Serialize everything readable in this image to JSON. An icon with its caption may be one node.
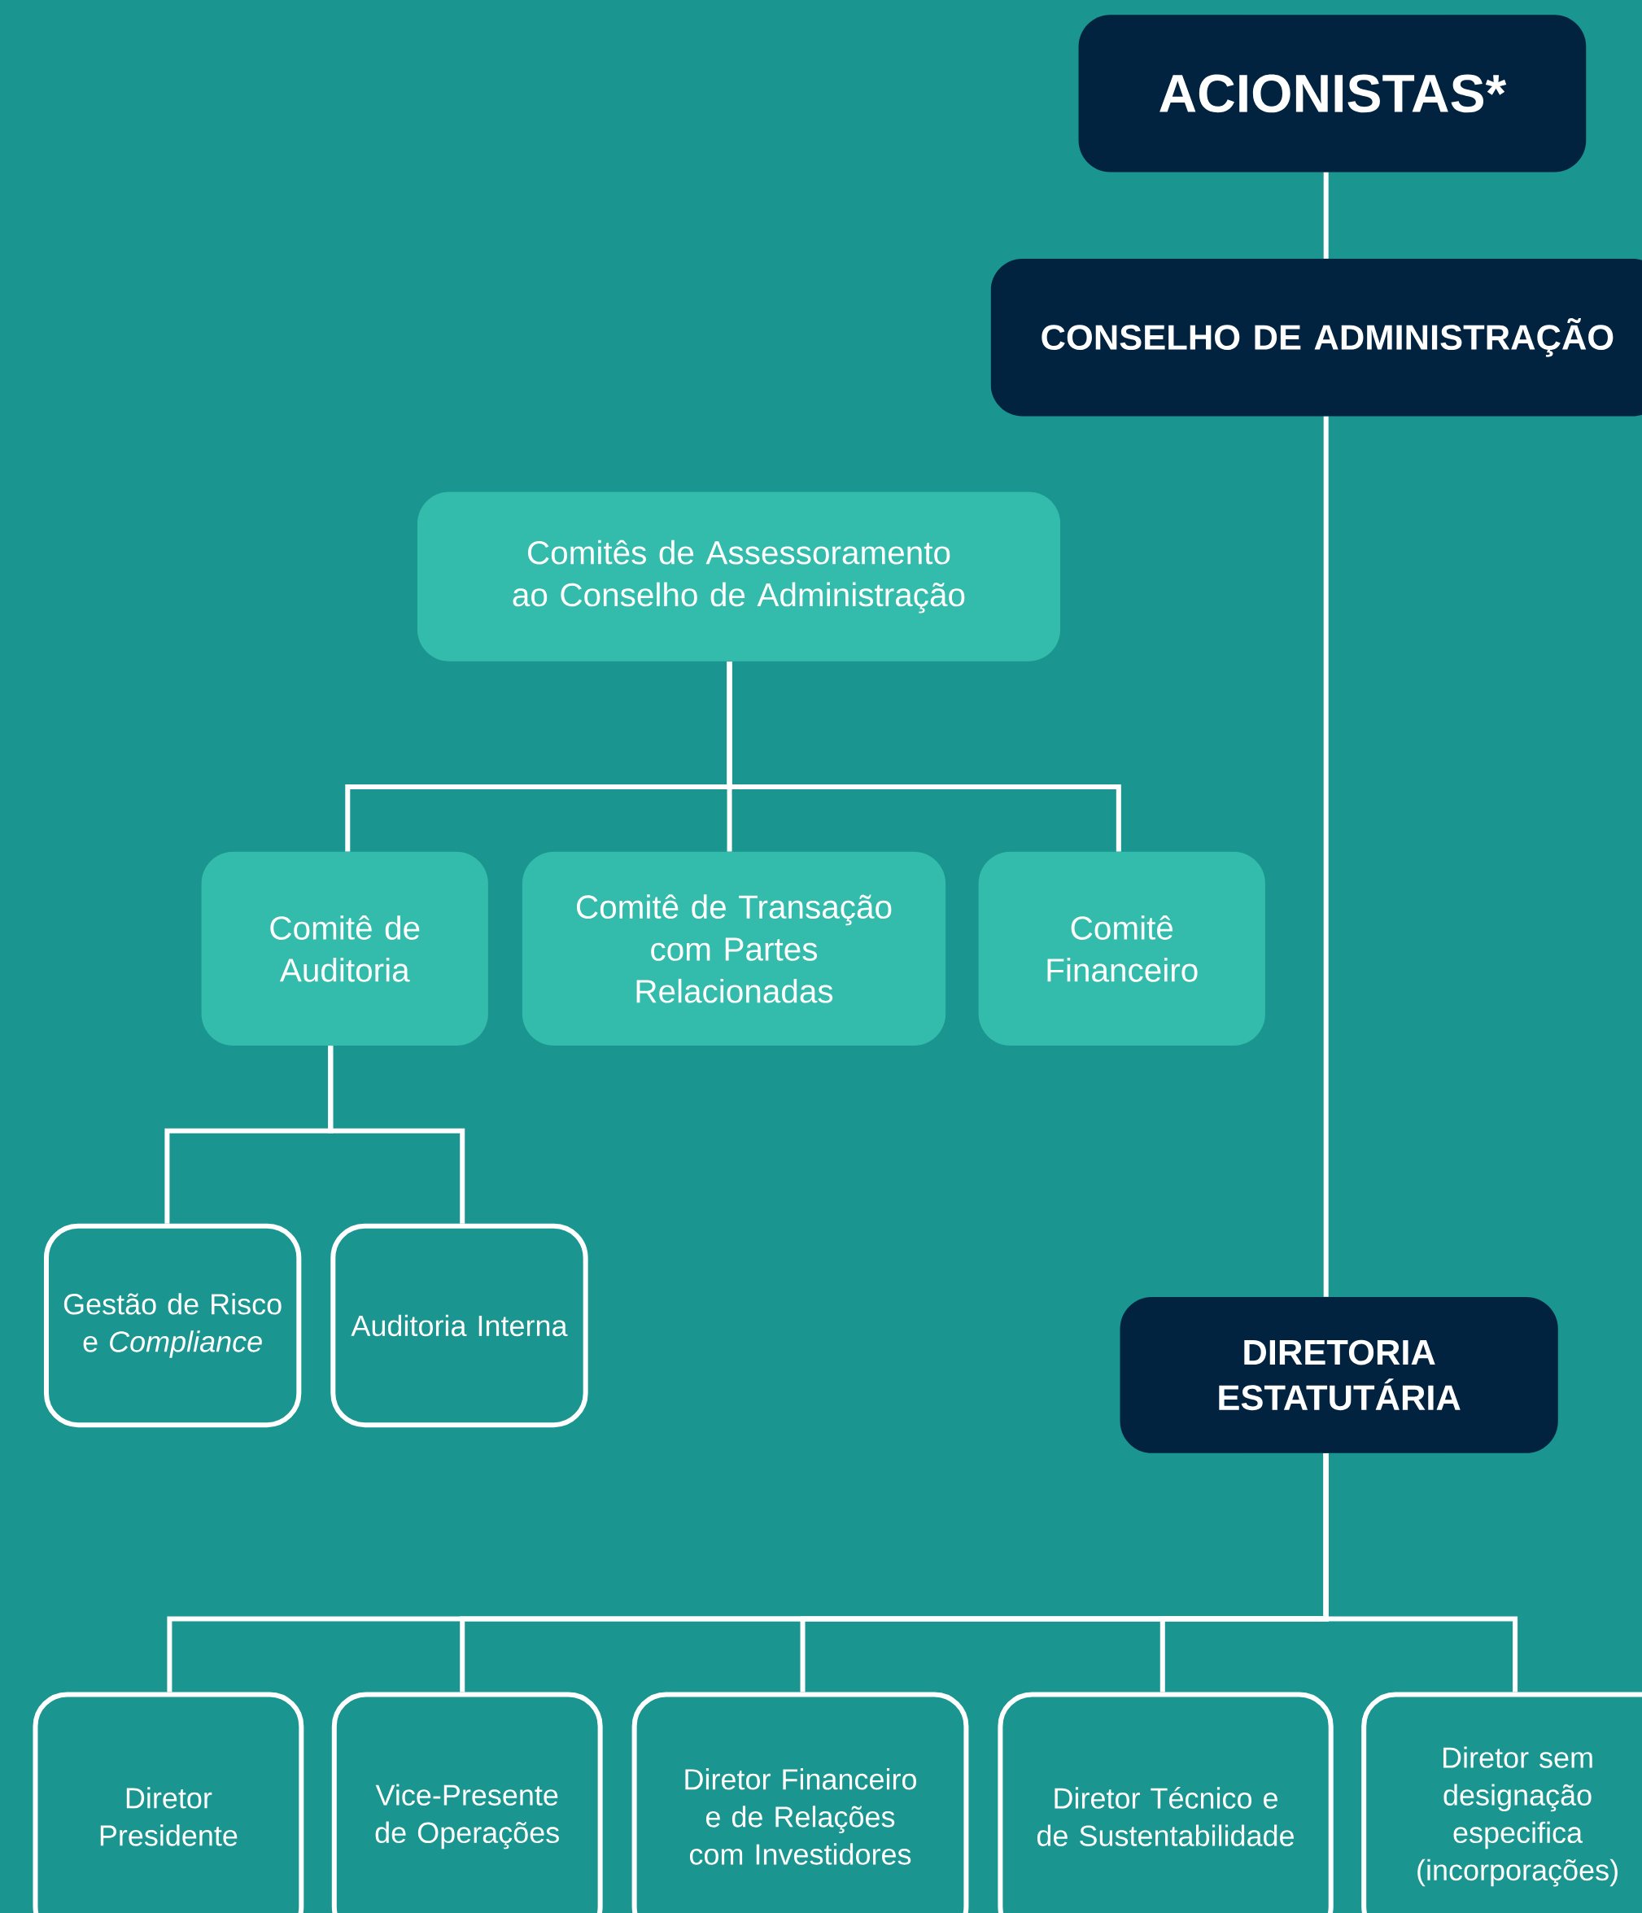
{
  "diagram": {
    "nodes": [
      {
        "text": [
          "ACIONISTAS*"
        ]
      },
      {
        "text": [
          "CONSELHO DE ADMINISTRAÇÃO"
        ]
      },
      {
        "text": [
          "Comitês de Assessoramento ao Conselho de Administração"
        ]
      },
      {
        "text": [
          "Comitê de Auditoria"
        ]
      },
      {
        "text": [
          "Comitê de Transação com Partes Relacionadas"
        ]
      },
      {
        "text": [
          "Comitê Financeiro"
        ]
      },
      {
        "text": [
          "Gestão de Risco e *Compliance*"
        ]
      },
      {
        "text": [
          "Auditoria Interna"
        ]
      },
      {
        "text": [
          "DIRETORIA ESTATUTÁRIA"
        ]
      },
      {
        "text": [
          "Diretor Presidente"
        ]
      },
      {
        "text": [
          "Vice-Presente de Operações"
        ]
      },
      {
        "text": [
          "Diretor Financeiro e de Relações com Investidores"
        ]
      },
      {
        "text": [
          "Diretor Técnico e de Sustentabilidade"
        ]
      },
      {
        "text": [
          "Diretor sem designação especifica (incorporações)"
        ]
      }
    ],
    "edges": [
      {
        "from": 0,
        "to": 1,
        "arrow": "none"
      },
      {
        "from": 1,
        "to": 8,
        "arrow": "none"
      },
      {
        "from": 2,
        "to": 3,
        "arrow": "none"
      },
      {
        "from": 2,
        "to": 4,
        "arrow": "none"
      },
      {
        "from": 2,
        "to": 5,
        "arrow": "none"
      },
      {
        "from": 3,
        "to": 6,
        "arrow": "none"
      },
      {
        "from": 3,
        "to": 7,
        "arrow": "none"
      },
      {
        "from": 8,
        "to": 9,
        "arrow": "none"
      },
      {
        "from": 8,
        "to": 10,
        "arrow": "none"
      },
      {
        "from": 8,
        "to": 11,
        "arrow": "none"
      },
      {
        "from": 8,
        "to": 12,
        "arrow": "none"
      },
      {
        "from": 8,
        "to": 13,
        "arrow": "none"
      }
    ]
  }
}
